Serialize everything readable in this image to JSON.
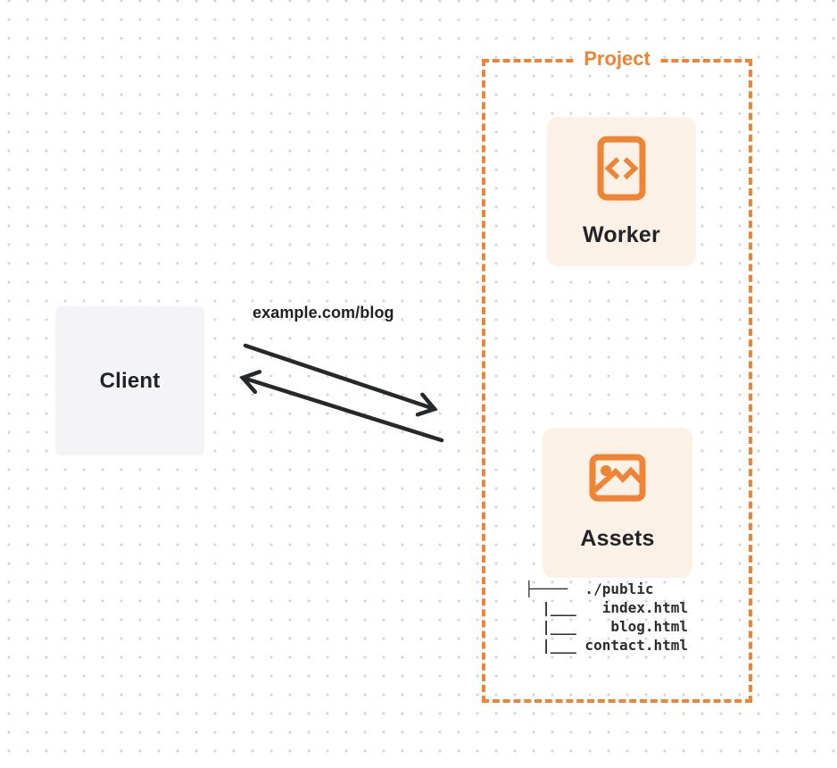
{
  "diagram": {
    "accent_color": "#ee8434",
    "client": {
      "label": "Client"
    },
    "request": {
      "url": "example.com/blog"
    },
    "project": {
      "title": "Project",
      "worker": {
        "label": "Worker",
        "icon": "code-file-icon"
      },
      "assets": {
        "label": "Assets",
        "icon": "image-icon",
        "file_tree": [
          "├────  ./public",
          "  |___   index.html",
          "  |___    blog.html",
          "  |___ contact.html"
        ]
      }
    }
  }
}
